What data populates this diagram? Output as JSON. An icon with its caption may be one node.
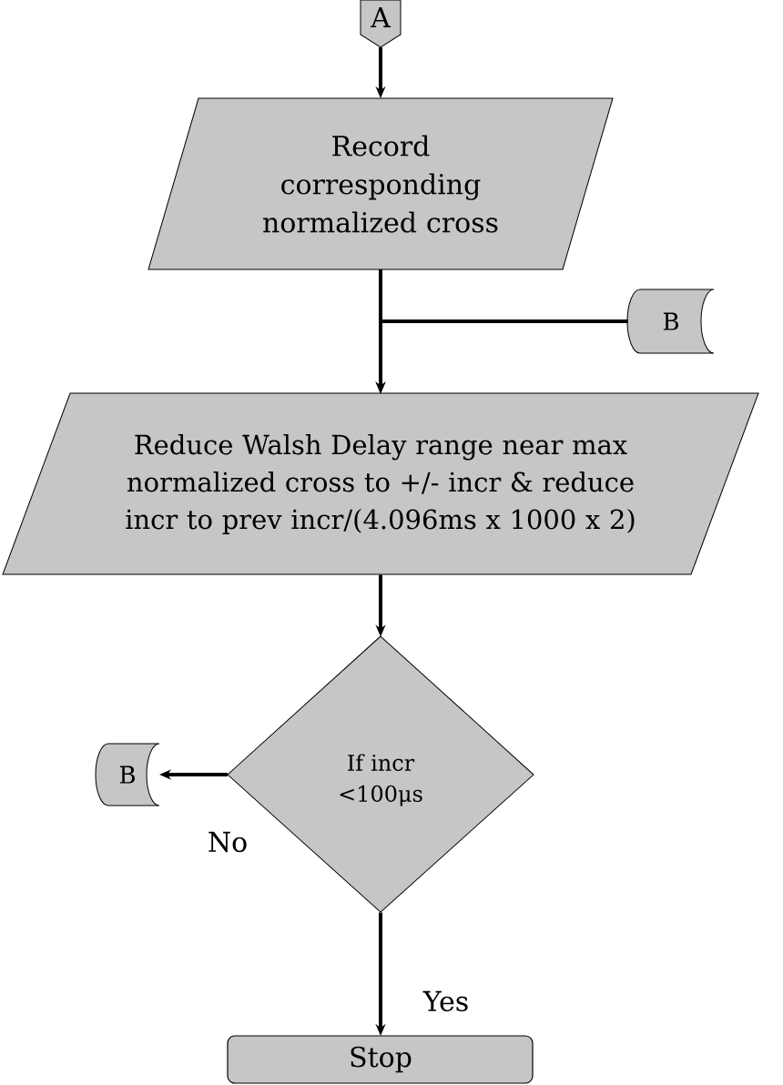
{
  "diagram": {
    "nodes": [
      {
        "text": [
          "A"
        ]
      },
      {
        "text": [
          "Record corresponding normalized cross"
        ]
      },
      {
        "text": [
          "B"
        ]
      },
      {
        "text": [
          "Reduce Walsh Delay range near max normalized cross to +/- incr & reduce incr to prev incr/(4.096ms x 1000 x 2)"
        ]
      },
      {
        "text": [
          "If incr <100μs"
        ]
      },
      {
        "text": [
          "B"
        ]
      },
      {
        "text": [
          "Stop"
        ]
      }
    ],
    "edges": [
      {
        "from": 0,
        "to": 1,
        "arrow": "to"
      },
      {
        "from": 1,
        "to": 3,
        "arrow": "to"
      },
      {
        "from": 2,
        "to": 3,
        "arrow": "to"
      },
      {
        "from": 3,
        "to": 4,
        "arrow": "to"
      },
      {
        "from": 4,
        "to": 5,
        "arrow": "to",
        "label": "No"
      },
      {
        "from": 4,
        "to": 6,
        "arrow": "to",
        "label": "Yes"
      }
    ]
  }
}
